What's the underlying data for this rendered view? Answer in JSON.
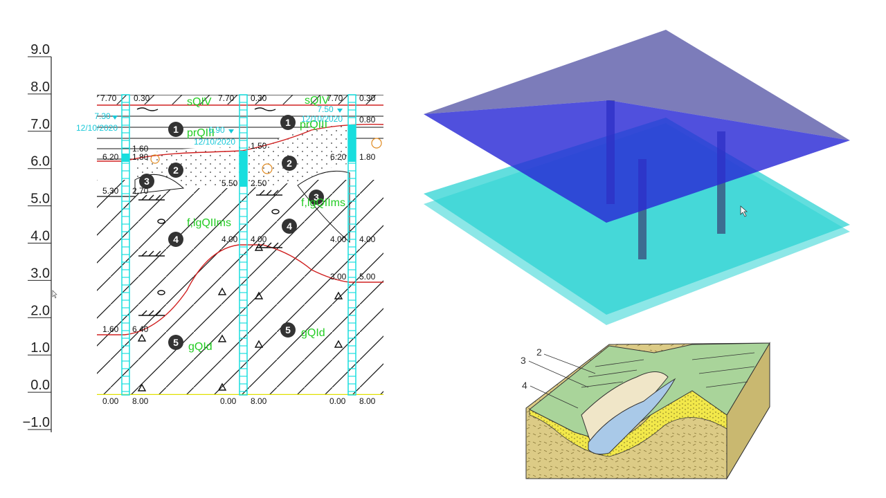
{
  "elevation_scale": {
    "labels": [
      "9.0",
      "8.0",
      "7.0",
      "6.0",
      "5.0",
      "4.0",
      "3.0",
      "2.0",
      "1.0",
      "0.0",
      "−1.0"
    ]
  },
  "section": {
    "boreholes": [
      {
        "top_label": "7.70",
        "left_label": "0.00",
        "right_label": "8.00",
        "water_level": "7.30",
        "water_date": "12/10/2020"
      },
      {
        "top_label": "7.70",
        "left_label": "0.00",
        "right_label": "8.00",
        "water_level": "6.90",
        "water_date": "12/10/2020"
      },
      {
        "top_label": "7.70",
        "left_label": "0.00",
        "right_label": "8.00",
        "water_level": "7.50",
        "water_date": "12/10/2020"
      }
    ],
    "depth_labels": {
      "bh1_left": [
        "6.20",
        "5.30",
        "1.60"
      ],
      "bh1_right": [
        "0.30",
        "1.60",
        "1.80",
        "2.70",
        "6.40"
      ],
      "bh2_left": [
        "5.50",
        "4.00"
      ],
      "bh2_right": [
        "0.30",
        "1.50",
        "2.50",
        "4.00"
      ],
      "bh3_left": [
        "6.20",
        "4.00",
        "3.00"
      ],
      "bh3_right": [
        "0.80",
        "1.80",
        "4.00",
        "5.00"
      ]
    },
    "layer_numbers": [
      "1",
      "2",
      "3",
      "4",
      "5"
    ],
    "formations": {
      "top": "sQIV",
      "layer1": "prQIII",
      "layer3": "f,lgQIIms",
      "layer4": "f,lgQIIms",
      "layer5": "gQId"
    }
  },
  "model3d": {
    "colors": {
      "upper_surface": "#2a2ad6",
      "lower_surface": "#2ed3d3",
      "well": "#3a4a7a"
    }
  },
  "terrace_diagram": {
    "labels": [
      "2",
      "3",
      "4"
    ],
    "colors": {
      "soil": "#dccb86",
      "terrace": "#a9d49a",
      "sand": "#f2e84a",
      "water": "#a9c9e8"
    }
  }
}
